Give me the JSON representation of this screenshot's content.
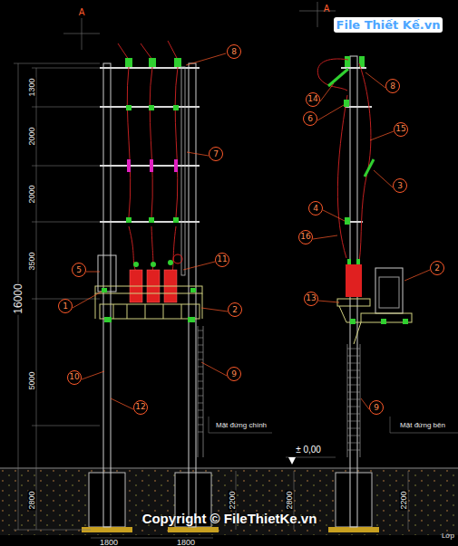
{
  "diagram": {
    "nodes": [
      {
        "text": [
          "8"
        ]
      },
      {
        "text": [
          "7"
        ]
      },
      {
        "text": [
          "5"
        ]
      },
      {
        "text": [
          "11"
        ]
      },
      {
        "text": [
          "1"
        ]
      },
      {
        "text": [
          "2"
        ]
      },
      {
        "text": [
          "10"
        ]
      },
      {
        "text": [
          "9"
        ]
      },
      {
        "text": [
          "12"
        ]
      },
      {
        "text": [
          "8"
        ]
      },
      {
        "text": [
          "14"
        ]
      },
      {
        "text": [
          "6"
        ]
      },
      {
        "text": [
          "15"
        ]
      },
      {
        "text": [
          "3"
        ]
      },
      {
        "text": [
          "4"
        ]
      },
      {
        "text": [
          "16"
        ]
      },
      {
        "text": [
          "2"
        ]
      },
      {
        "text": [
          "13"
        ]
      },
      {
        "text": [
          "9"
        ]
      }
    ],
    "labels": [
      "A",
      "A",
      "1300",
      "2000",
      "2000",
      "3500",
      "5000",
      "2800",
      "16000",
      "1800",
      "1800",
      "2200",
      "2800",
      "2200",
      "Mặt đứng chính",
      "Mặt đứng bên",
      "± 0,00",
      "Lớp",
      "Copyright © FileThietKe.vn",
      "File Thiết Kế.vn"
    ]
  }
}
